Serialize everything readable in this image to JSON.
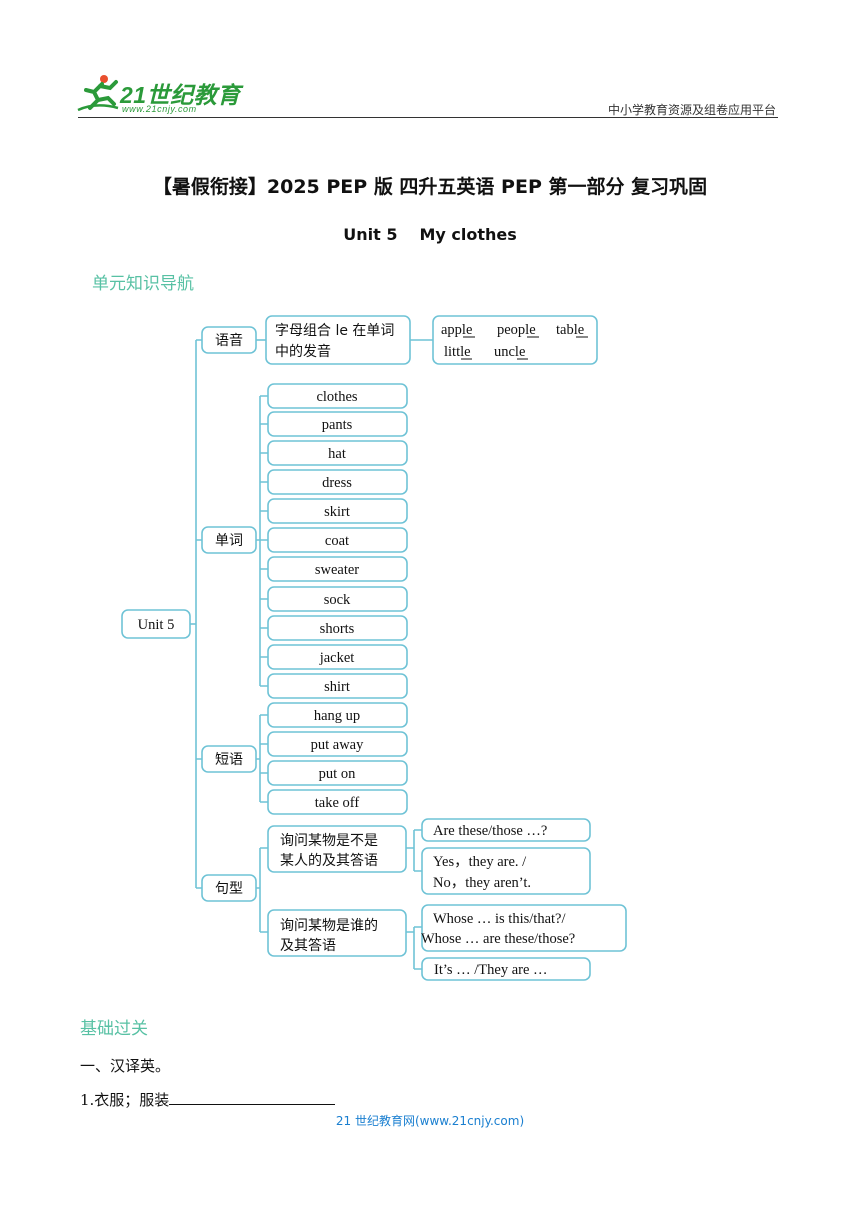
{
  "header": {
    "logo_text": "21世纪教育",
    "logo_url": "www.21cnjy.com",
    "platform": "中小学教育资源及组卷应用平台"
  },
  "title": "【暑假衔接】2025 PEP 版  四升五英语 PEP 第一部分  复习巩固",
  "subtitle": {
    "unit": "Unit 5",
    "topic": "My clothes"
  },
  "sections": {
    "knowledge": "单元知识导航",
    "basics": "基础过关"
  },
  "mindmap": {
    "root": "Unit 5",
    "branches": {
      "phonics": "语音",
      "words": "单词",
      "phrases": "短语",
      "sentences": "句型"
    },
    "phonics": {
      "desc_line1": "字母组合 le 在单词",
      "desc_line2": "中的发音",
      "words": [
        "apple",
        "people",
        "table",
        "little",
        "uncle"
      ]
    },
    "words": [
      "clothes",
      "pants",
      "hat",
      "dress",
      "skirt",
      "coat",
      "sweater",
      "sock",
      "shorts",
      "jacket",
      "shirt"
    ],
    "phrases": [
      "hang up",
      "put away",
      "put on",
      "take off"
    ],
    "sentences": {
      "q1_line1": "询问某物是不是",
      "q1_line2": "某人的及其答语",
      "q1_ask": "Are these/those …?",
      "q1_ans1": "Yes，they are. /",
      "q1_ans2": "No，they aren’t.",
      "q2_line1": "询问某物是谁的",
      "q2_line2": "及其答语",
      "q2_ask1": "Whose … is this/that?/",
      "q2_ask2": "Whose … are these/those?",
      "q2_ans": "It’s … /They are …"
    }
  },
  "exercise": {
    "heading": "一、汉译英。",
    "item1": "1.衣服；服装"
  },
  "footer": "21 世纪教育网(www.21cnjy.com)",
  "colors": {
    "accent": "#58c1a4",
    "box_border": "#6fc3d6",
    "link": "#1a7fd0",
    "logo": "#2b9a3a"
  }
}
